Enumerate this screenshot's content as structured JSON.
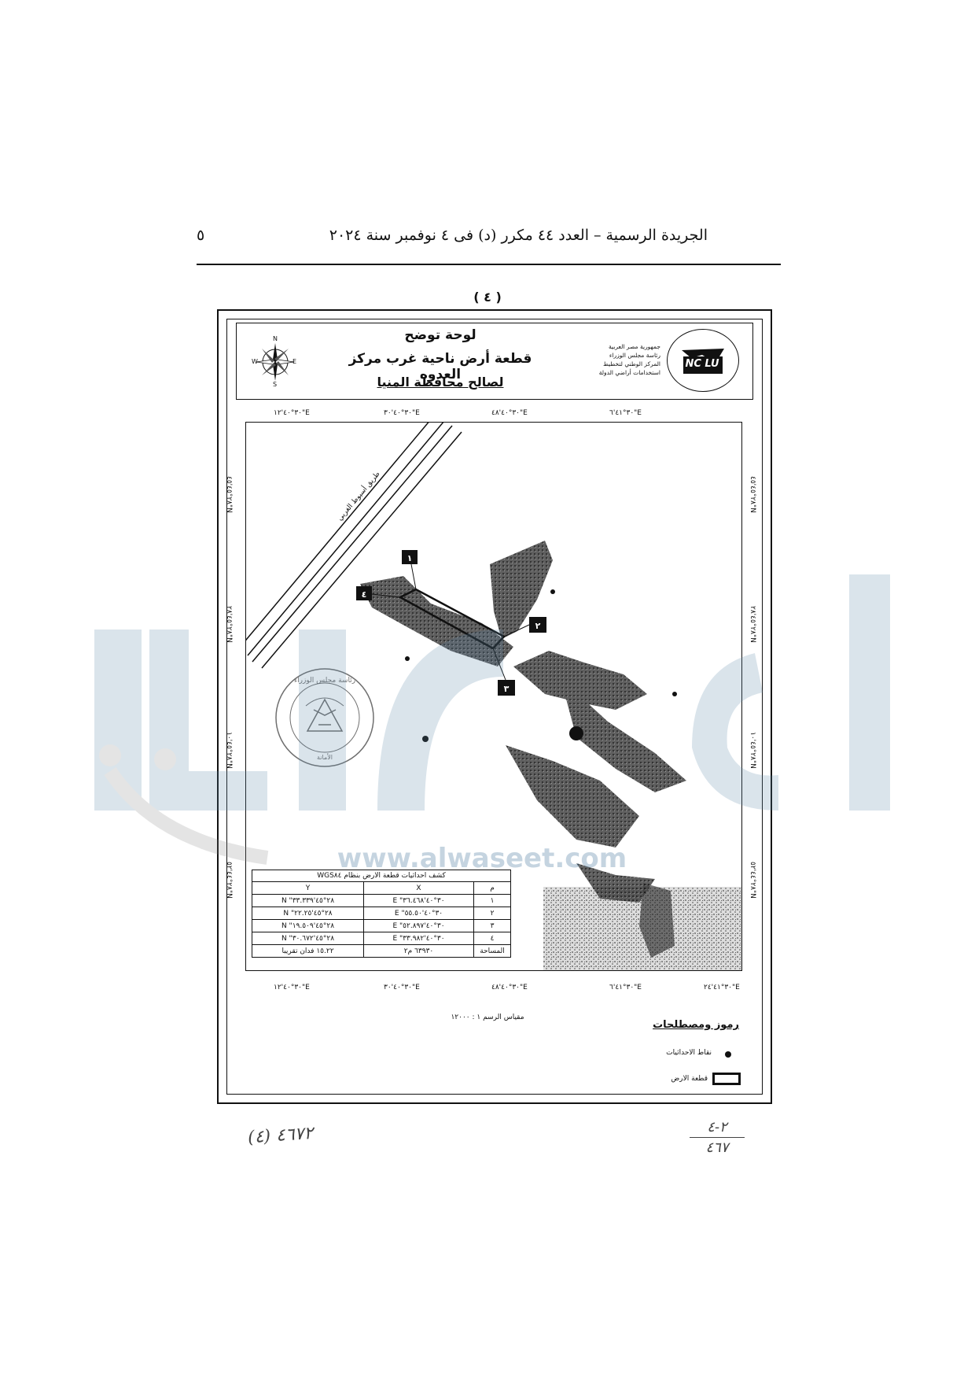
{
  "header": {
    "title": "الجريدة الرسمية – العدد ٤٤ مكرر (د) فى ٤ نوفمبر سنة ٢٠٢٤",
    "page_number": "٥"
  },
  "sheet": {
    "number": "( ٤ )",
    "title_lines": [
      "لوحة توضح",
      "قطعة أرض ناحية غرب مركز العدوه",
      "لصالح محافظة المنيا"
    ],
    "org_lines": [
      "جمهورية مصر العربية",
      "رئاسة مجلس الوزراء",
      "المركز الوطني لتخطيط",
      "استخدامات أراضي الدولة"
    ],
    "logo_text": "NC LU",
    "compass": {
      "n": "N",
      "s": "S",
      "e": "E",
      "w": "W"
    }
  },
  "map": {
    "top_ticks": [
      "٣٠°٤٠'١٢\"E",
      "٣٠°٤٠'٣٠\"E",
      "٣٠°٤٠'٤٨\"E",
      "٣٠°٤١'٦\"E"
    ],
    "bottom_ticks": [
      "٣٠°٤٠'١٢\"E",
      "٣٠°٤٠'٣٠\"E",
      "٣٠°٤٠'٤٨\"E",
      "٣٠°٤١'٦\"E",
      "٣٠°٤١'٢٤\"E"
    ],
    "left_ticks": [
      "٢٨°٤٥'٤٥\"N",
      "٢٨°٤٥'٢٨\"N",
      "٢٨°٤٥'١٠\"N",
      "٢٨°٤٤'٥٢\"N"
    ],
    "right_ticks": [
      "٢٨°٤٥'٤٥\"N",
      "٢٨°٤٥'٢٨\"N",
      "٢٨°٤٥'١٠\"N",
      "٢٨°٤٤'٥٢\"N"
    ],
    "road_label": "طريق أسيوط الغربي",
    "points": [
      "١",
      "٢",
      "٣",
      "٤"
    ],
    "seal_text": "رئاسة مجلس الوزراء",
    "seal_bottom": "الأمانة",
    "watermark_url": "www.alwaseet.com"
  },
  "coordinates_table": {
    "caption": "كشف احداثيات قطعة الارض بنظام WGS٨٤",
    "headers": [
      "م",
      "X",
      "Y"
    ],
    "rows": [
      [
        "١",
        "٣٠°٤٠'٣٦.٤٦٨\" E",
        "٢٨°٤٥'٣٣.٣٣٩\" N"
      ],
      [
        "٢",
        "٣٠°٤٠'٥٥.٥٠\" E",
        "٢٨°٤٥'٢٢.٢٥\" N"
      ],
      [
        "٣",
        "٣٠°٤٠'٥٢.٨٩٧\" E",
        "٢٨°٤٥'١٩.٥٠٩\" N"
      ],
      [
        "٤",
        "٣٠°٤٠'٣٣.٩٨٢\" E",
        "٢٨°٤٥'٣٠.٦٧٢\" N"
      ]
    ],
    "area_label": "المساحة",
    "area_m2": "٦٣٩٣٠ م٢",
    "area_feddan": "١٥.٢٢ فدان تقريبا"
  },
  "legend": {
    "scale": "مقياس الرسم ١ : ١٢٠٠٠",
    "title": "رموز ومصطلحات",
    "items": [
      {
        "symbol": "dot",
        "label": "نقاط الاحداثيات"
      },
      {
        "symbol": "rect",
        "label": "قطعة الارض"
      }
    ]
  },
  "handwriting": {
    "left": "٤٦٧٢ (٤)",
    "right_top": "٢-٤",
    "right_bottom": "٤٦٧"
  },
  "colors": {
    "watermark": "#5b87a8",
    "ink": "#111111"
  }
}
